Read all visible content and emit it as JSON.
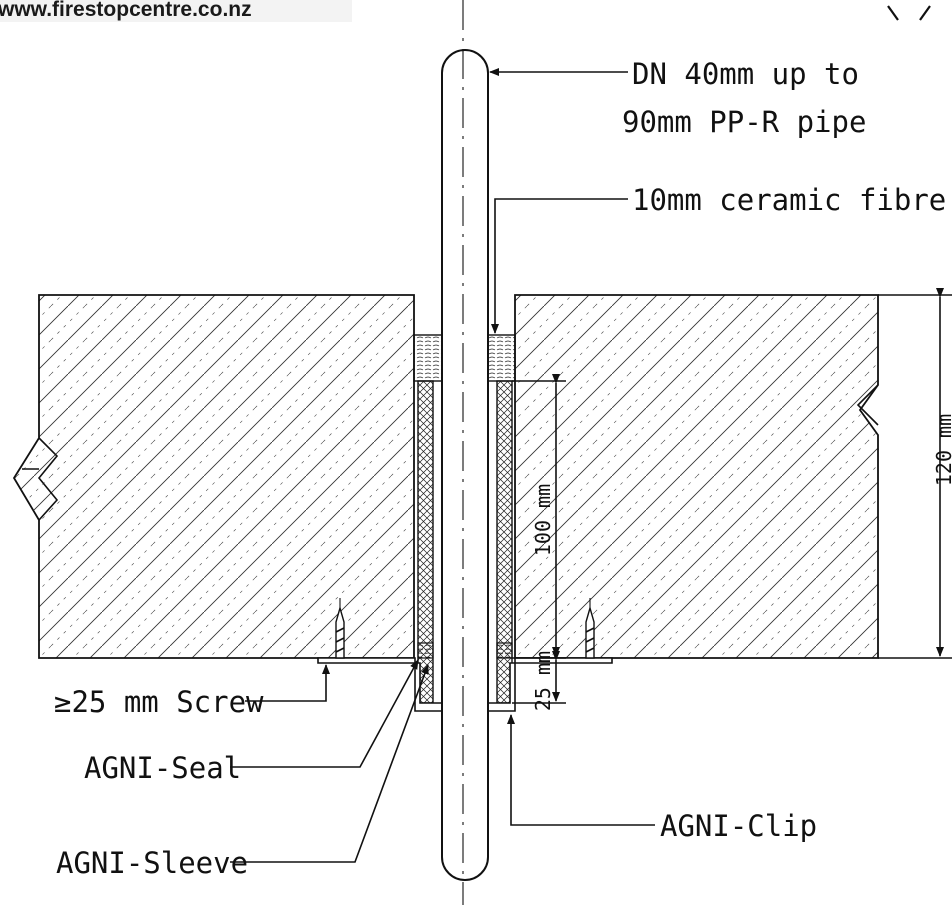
{
  "website": "www.firestopcentre.co.nz",
  "labels": {
    "pipe": [
      "DN 40mm up to",
      "90mm PP-R pipe"
    ],
    "fibre": "10mm  ceramic fibre",
    "screw": "≥25 mm Screw",
    "seal": "AGNI-Seal",
    "sleeve": "AGNI-Sleeve",
    "clip": "AGNI-Clip"
  },
  "dimensions": {
    "sleeve_embed": "100 mm",
    "clip_height": "25 mm",
    "slab_thickness": "120 mm"
  },
  "colors": {
    "line": "#111111",
    "hatch": "#333333",
    "background": "#ffffff"
  }
}
